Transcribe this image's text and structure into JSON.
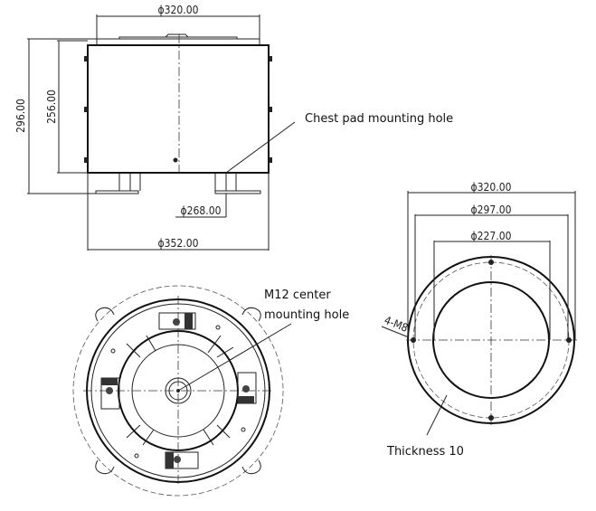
{
  "side_view": {
    "dim_top_diameter": "ϕ320.00",
    "dim_height_total": "296.00",
    "dim_height_body": "256.00",
    "dim_feet_diameter": "ϕ268.00",
    "dim_base_diameter": "ϕ352.00",
    "callout": "Chest pad mounting hole"
  },
  "bottom_view": {
    "callout_line1": "M12 center",
    "callout_line2": "mounting hole"
  },
  "flange_view": {
    "dim_outer": "ϕ320.00",
    "dim_bolt_circle": "ϕ297.00",
    "dim_inner": "ϕ227.00",
    "hole_spec": "4-M8",
    "callout": "Thickness 10"
  }
}
